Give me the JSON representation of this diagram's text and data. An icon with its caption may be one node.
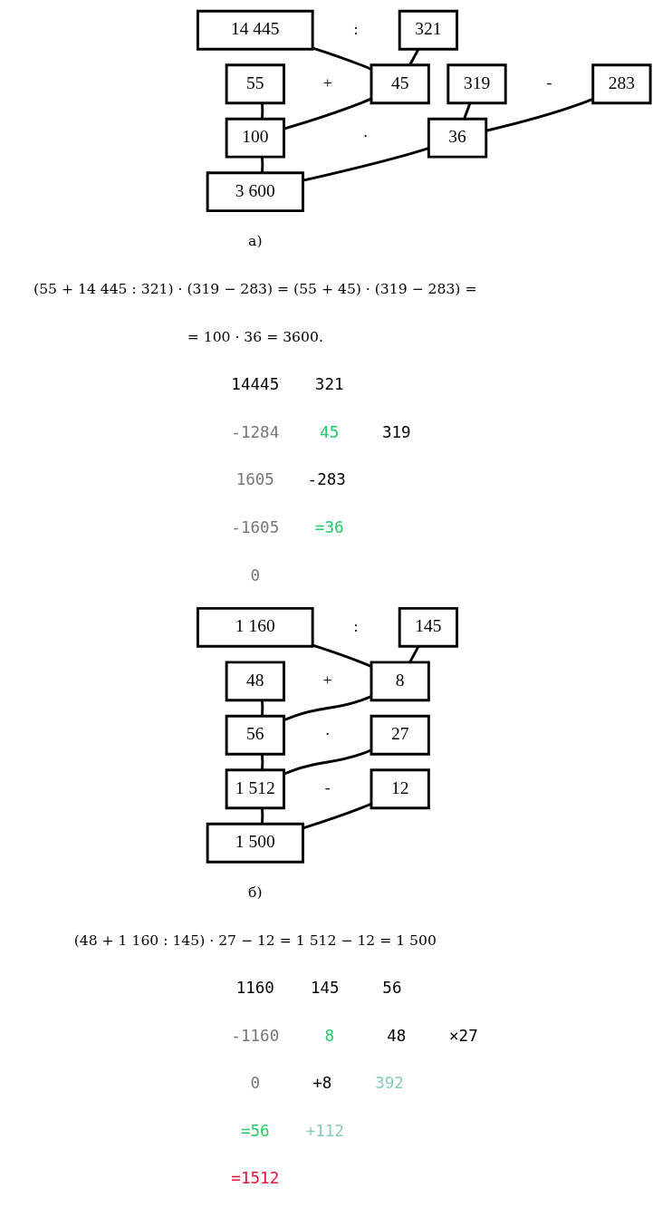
{
  "diagram": {
    "nodes": [
      {
        "text": [
          "14 445"
        ]
      },
      {
        "text": [
          "321"
        ]
      },
      {
        "text": [
          "55"
        ]
      },
      {
        "text": [
          "45"
        ]
      },
      {
        "text": [
          "319"
        ]
      },
      {
        "text": [
          "283"
        ]
      },
      {
        "text": [
          "100"
        ]
      },
      {
        "text": [
          "36"
        ]
      },
      {
        "text": [
          "3 600"
        ]
      },
      {
        "text": [
          "1 160"
        ]
      },
      {
        "text": [
          "145"
        ]
      },
      {
        "text": [
          "48"
        ]
      },
      {
        "text": [
          "8"
        ]
      },
      {
        "text": [
          "56"
        ]
      },
      {
        "text": [
          "27"
        ]
      },
      {
        "text": [
          "1 512"
        ]
      },
      {
        "text": [
          "12"
        ]
      },
      {
        "text": [
          "1 500"
        ]
      }
    ],
    "edges": [
      {
        "from": 0,
        "to": 3,
        "arrow": "none"
      },
      {
        "from": 1,
        "to": 3,
        "arrow": "none"
      },
      {
        "from": 2,
        "to": 6,
        "arrow": "none"
      },
      {
        "from": 3,
        "to": 6,
        "arrow": "none"
      },
      {
        "from": 4,
        "to": 7,
        "arrow": "none"
      },
      {
        "from": 5,
        "to": 7,
        "arrow": "none"
      },
      {
        "from": 6,
        "to": 8,
        "arrow": "none"
      },
      {
        "from": 7,
        "to": 8,
        "arrow": "none"
      },
      {
        "from": 9,
        "to": 12,
        "arrow": "none"
      },
      {
        "from": 10,
        "to": 12,
        "arrow": "none"
      },
      {
        "from": 11,
        "to": 13,
        "arrow": "none"
      },
      {
        "from": 12,
        "to": 13,
        "arrow": "none"
      },
      {
        "from": 13,
        "to": 15,
        "arrow": "none"
      },
      {
        "from": 14,
        "to": 15,
        "arrow": "none"
      },
      {
        "from": 15,
        "to": 17,
        "arrow": "none"
      },
      {
        "from": 16,
        "to": 17,
        "arrow": "none"
      }
    ],
    "labels": [
      ":",
      "+",
      "-",
      "·",
      "а)",
      "(55 + 14 445 : 321) · (319 − 283) = (55 + 45) · (319 − 283) =",
      "= 100 · 36 = 3600.",
      "14445",
      "321",
      "-1284",
      "45",
      "319",
      "1605",
      "-283",
      "-1605",
      "=36",
      "0",
      ":",
      "+",
      "·",
      "-",
      "б)",
      "(48 + 1 160 : 145) · 27 − 12 = 1 512 − 12 = 1 500",
      "1160",
      "145",
      "56",
      "-1160",
      "8",
      "48",
      "×27",
      "0",
      "+8",
      "392",
      "=56",
      "+112",
      "=1512"
    ]
  }
}
